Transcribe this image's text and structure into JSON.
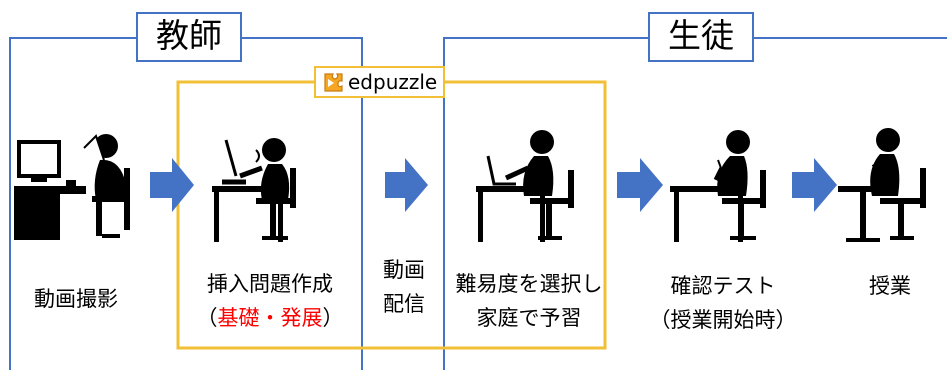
{
  "headers": {
    "teacher": "教師",
    "student": "生徒"
  },
  "tool": {
    "name": "edpuzzle",
    "icon": "edpuzzle-logo-icon"
  },
  "colors": {
    "blue_frame": "#4472c4",
    "gold_frame": "#f2c037",
    "arrow": "#4472c4",
    "highlight": "#ff0000"
  },
  "steps": [
    {
      "label": "動画撮影"
    },
    {
      "label": "挿入問題作成",
      "sub_open": "（",
      "sub_a": "基礎",
      "sub_dot": "・",
      "sub_b": "発展",
      "sub_close": "）"
    },
    {
      "label_line1": "動画",
      "label_line2": "配信"
    },
    {
      "label_line1": "難易度を選択し",
      "label_line2": "家庭で予習"
    },
    {
      "label": "確認テスト",
      "sub": "（授業開始時）"
    },
    {
      "label": "授業"
    }
  ]
}
